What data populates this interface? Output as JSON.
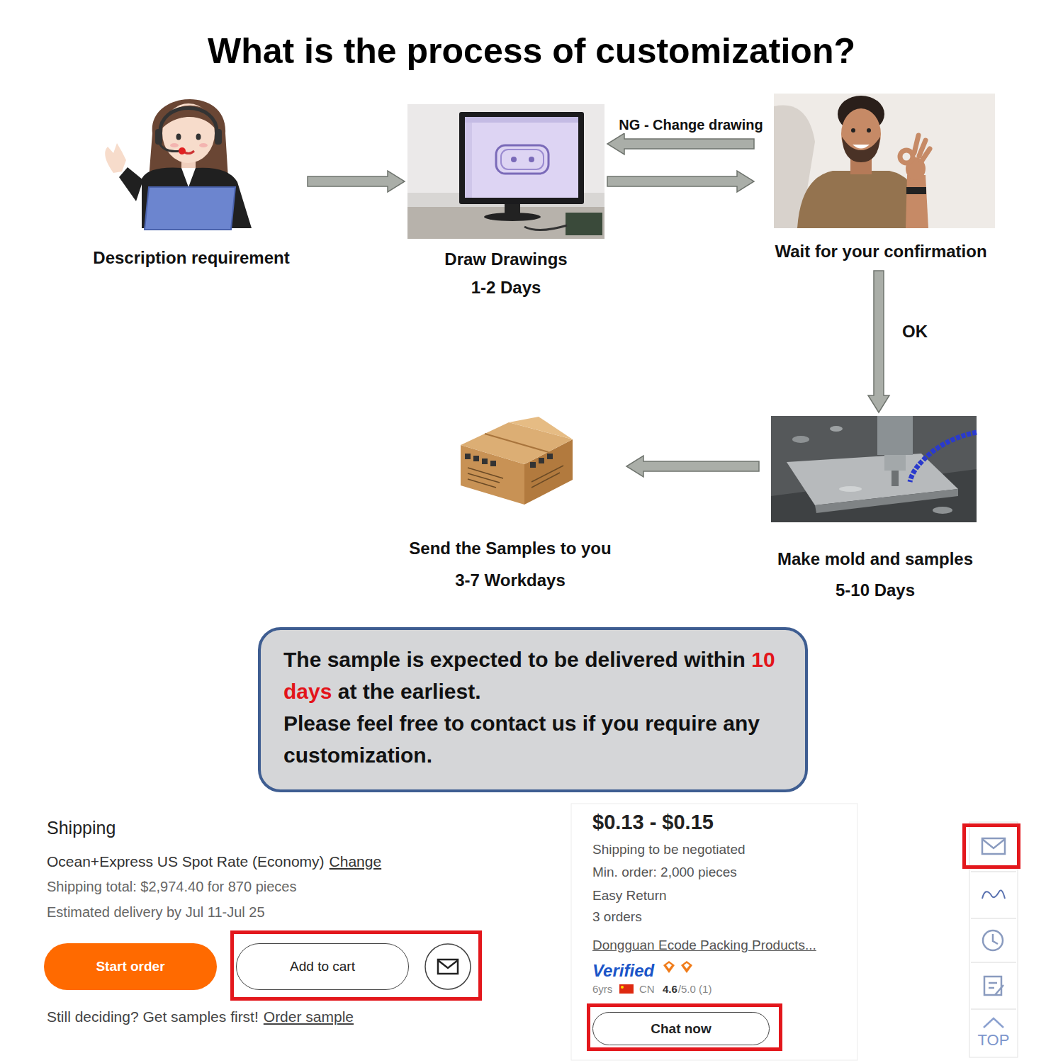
{
  "diagram": {
    "title": "What is the process of customization?",
    "nodes": [
      {
        "text": [
          "Description requirement"
        ]
      },
      {
        "text": [
          "Draw Drawings",
          "1-2 Days"
        ]
      },
      {
        "text": [
          "Wait for your confirmation"
        ]
      },
      {
        "text": [
          "Make mold and samples",
          "5-10 Days"
        ]
      },
      {
        "text": [
          "Send the Samples to you",
          "3-7 Workdays"
        ]
      },
      {
        "text": [
          "The sample is expected to be delivered within",
          "10 days",
          "at the earliest.",
          "Please feel free to contact us if you require any customization."
        ]
      },
      {
        "text": [
          "Start order"
        ]
      },
      {
        "text": [
          "Add to cart"
        ]
      },
      {
        "text": [
          "Chat now"
        ]
      }
    ],
    "edges": [
      {
        "from": 0,
        "to": 1,
        "arrow": "to"
      },
      {
        "from": 2,
        "to": 1,
        "label": "NG - Change drawing",
        "arrow": "to"
      },
      {
        "from": 1,
        "to": 2,
        "arrow": "to"
      },
      {
        "from": 2,
        "to": 3,
        "label": "OK",
        "arrow": "to"
      },
      {
        "from": 3,
        "to": 4,
        "arrow": "to"
      }
    ],
    "labels": [
      "Shipping",
      "Ocean+Express US Spot Rate (Economy)",
      "Change",
      "Shipping total: $2,974.40 for 870 pieces",
      "Estimated delivery by Jul 11-Jul 25",
      "Still deciding? Get samples first!",
      "Order sample",
      "$0.13 - $0.15",
      "Shipping to be negotiated",
      "Min. order: 2,000 pieces",
      "Easy Return",
      "3 orders",
      "Dongguan Ecode Packing Products...",
      "Verified",
      "6yrs",
      "CN",
      "4.6",
      "/5.0 (1)",
      "TOP"
    ]
  }
}
